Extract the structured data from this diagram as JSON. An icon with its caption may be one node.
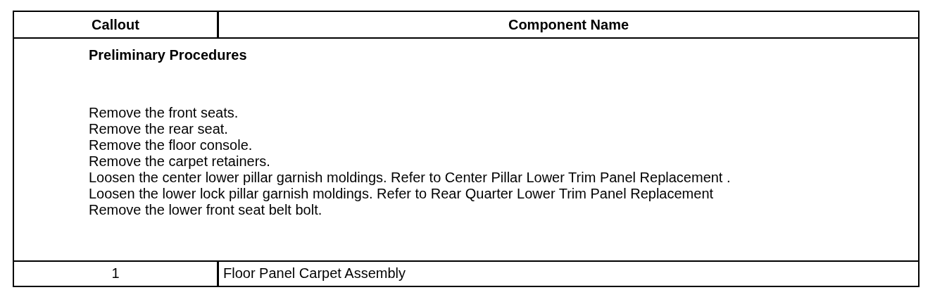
{
  "diagram": {
    "labels": [
      "Callout",
      "Component Name",
      "Preliminary Procedures",
      "Remove the front seats.",
      "Remove the rear seat.",
      "Remove the floor console.",
      "Remove the carpet retainers.",
      "Loosen the center lower pillar garnish moldings. Refer to Center Pillar Lower Trim Panel Replacement .",
      "Loosen the lower lock pillar garnish moldings. Refer to Rear Quarter Lower Trim Panel Replacement",
      "Remove the lower front seat belt bolt.",
      "1",
      "Floor Panel Carpet Assembly"
    ]
  }
}
